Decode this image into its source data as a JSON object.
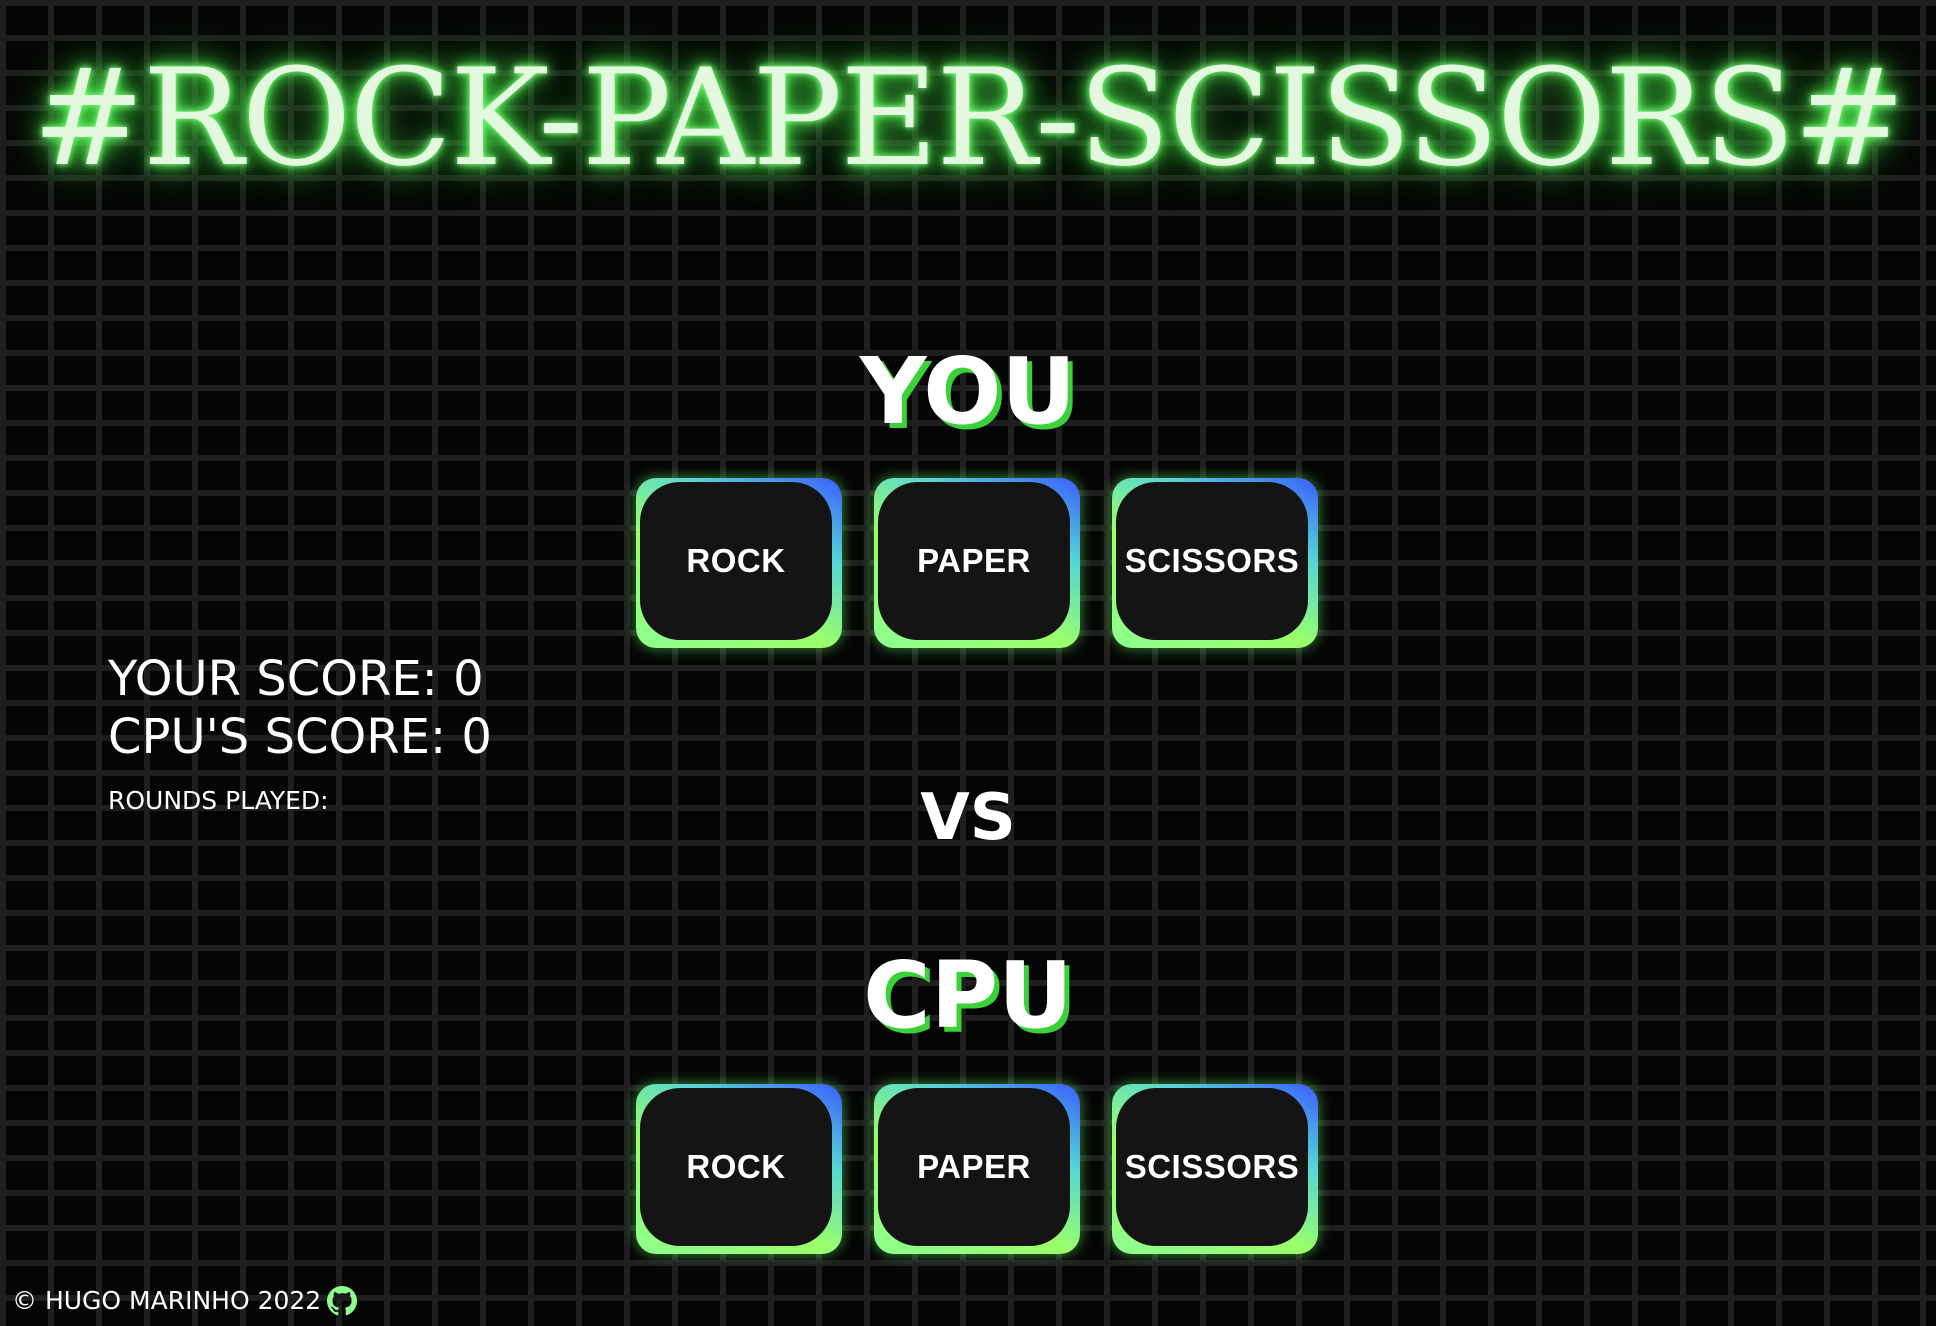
{
  "title": "#ROCK-PAPER-SCISSORS#",
  "player": {
    "label": "YOU",
    "choices": [
      {
        "label": "ROCK"
      },
      {
        "label": "PAPER"
      },
      {
        "label": "SCISSORS"
      }
    ]
  },
  "vs_label": "VS",
  "cpu": {
    "label": "CPU",
    "choices": [
      {
        "label": "ROCK"
      },
      {
        "label": "PAPER"
      },
      {
        "label": "SCISSORS"
      }
    ]
  },
  "scoreboard": {
    "your_score": "YOUR SCORE: 0",
    "cpu_score": "CPU'S SCORE: 0",
    "rounds_played": "ROUNDS PLAYED:"
  },
  "footer": {
    "text": "© HUGO MARINHO 2022",
    "icon": "github-icon"
  },
  "colors": {
    "title_glow": "#5cff5c",
    "label_shadow": "#3bd13b",
    "button_gradient_start": "#3b5cff",
    "button_gradient_end": "#8eff8e",
    "button_face": "#141414",
    "background": "#050505"
  }
}
